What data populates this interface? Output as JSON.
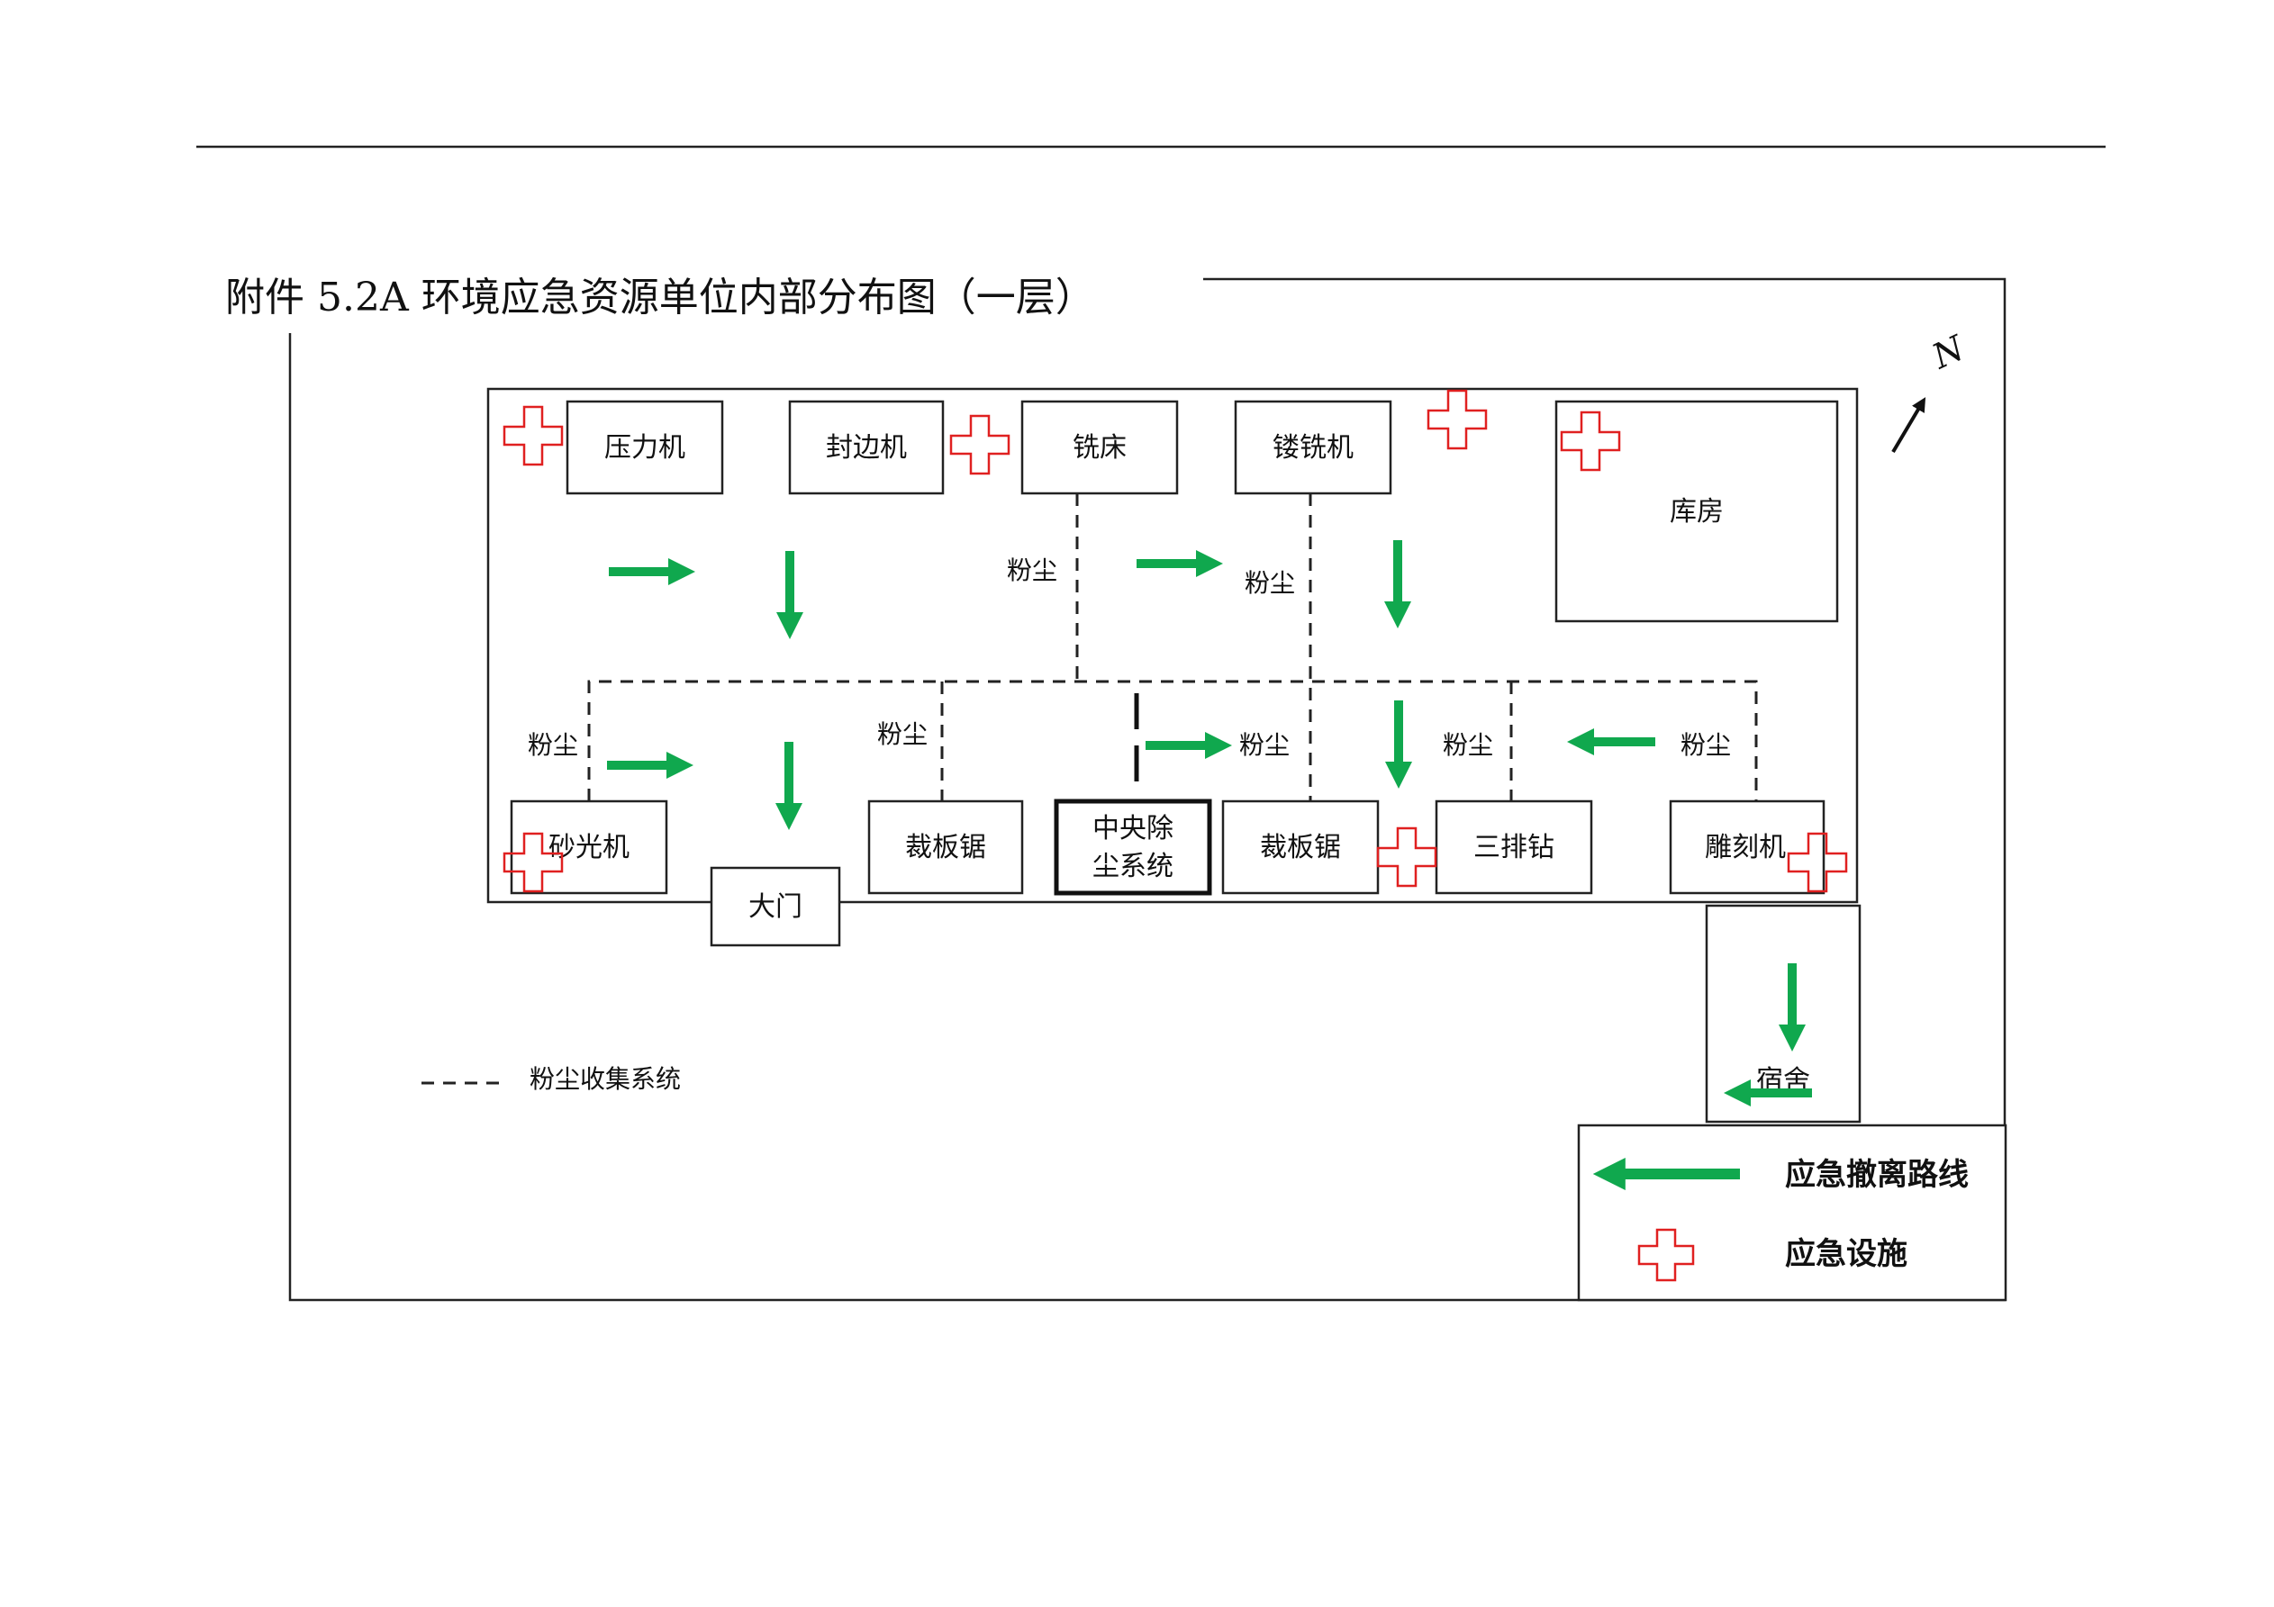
{
  "title": "附件 5.2A 环境应急资源单位内部分布图（一层）",
  "north_label": "N",
  "machines": {
    "press": "压力机",
    "edge_bander": "封边机",
    "milling": "铣床",
    "engraving_milling": "镂铣机",
    "warehouse": "库房",
    "sander": "砂光机",
    "panel_saw_left": "裁板锯",
    "central_dust_line1": "中央除",
    "central_dust_line2": "尘系统",
    "panel_saw_right": "裁板锯",
    "triple_drill": "三排钻",
    "carving": "雕刻机",
    "gate": "大门",
    "dormitory": "宿舍"
  },
  "dust_label": "粉尘",
  "legend": {
    "dust_system": "粉尘收集系统",
    "evacuation_route": "应急撤离路线",
    "emergency_facility": "应急设施"
  },
  "colors": {
    "arrow": "#10a84e",
    "cross": "#e02020",
    "line": "#222222"
  }
}
